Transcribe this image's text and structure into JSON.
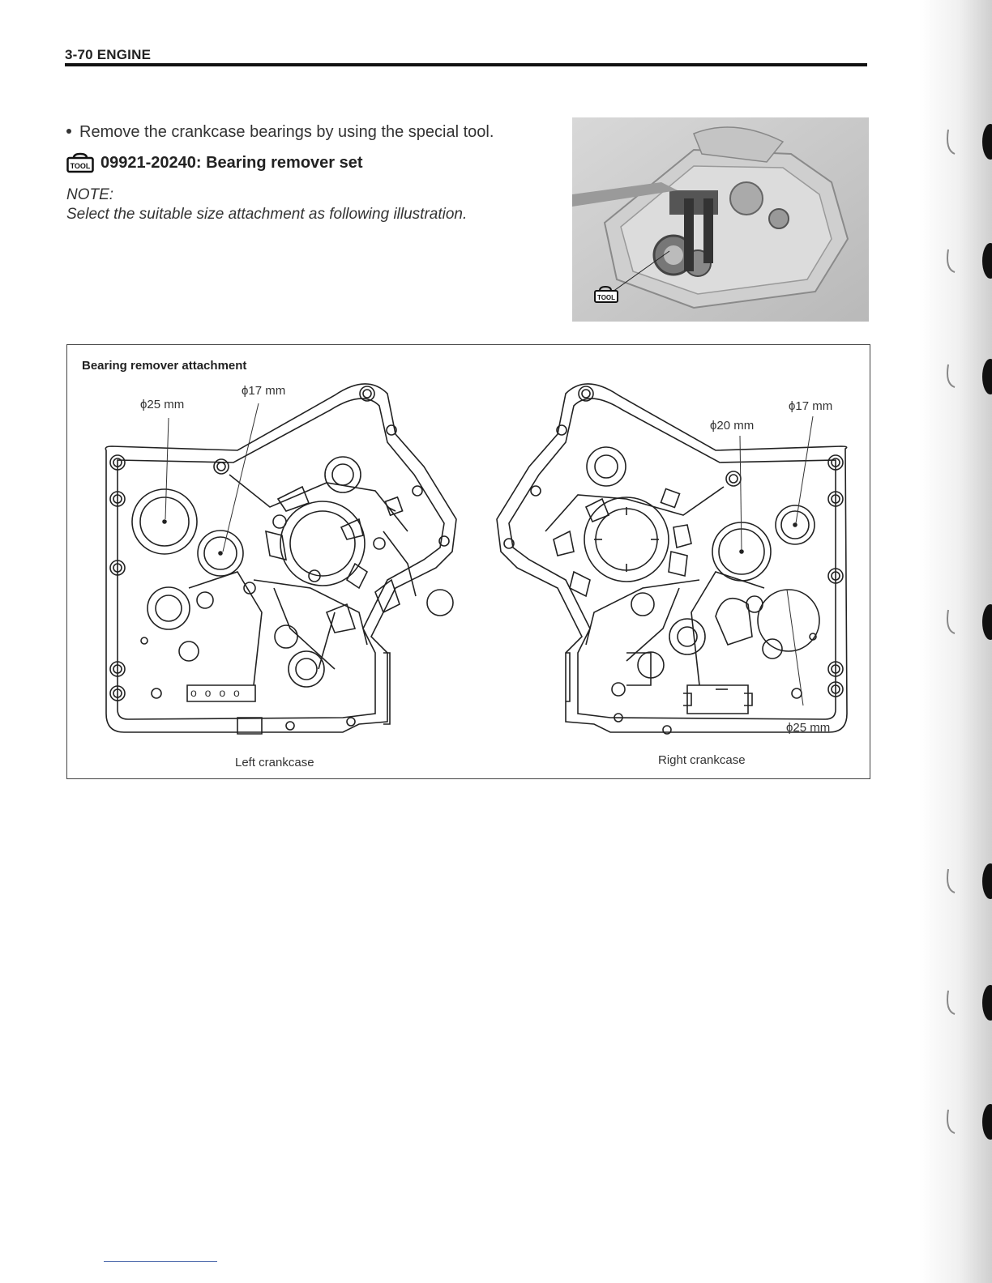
{
  "header": {
    "page_section": "3-70  ENGINE"
  },
  "instructions": {
    "bullet": "Remove the crankcase bearings by using the special tool.",
    "tool_icon_label": "TOOL",
    "tool_spec": "09921-20240: Bearing remover set",
    "note_label": "NOTE:",
    "note_text": "Select the suitable size attachment as following illustration."
  },
  "photo": {
    "tool_icon_label": "TOOL"
  },
  "diagram": {
    "title": "Bearing remover attachment",
    "left": {
      "caption": "Left crankcase",
      "label_25": "ϕ25 mm",
      "label_17": "ϕ17 mm",
      "bolt_holes": "o o o o"
    },
    "right": {
      "caption": "Right crankcase",
      "label_17": "ϕ17 mm",
      "label_20": "ϕ20 mm",
      "label_25": "ϕ25 mm"
    }
  }
}
